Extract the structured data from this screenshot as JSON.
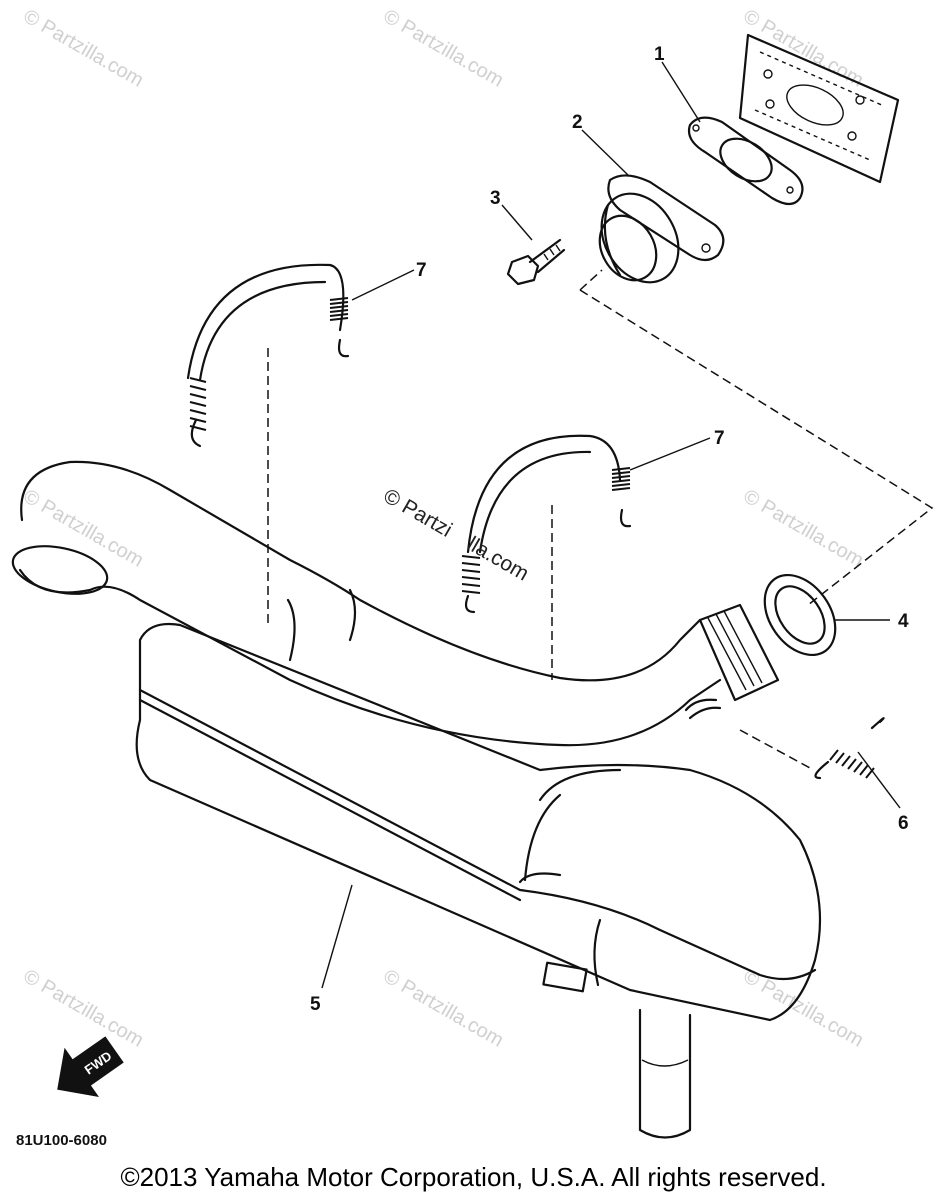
{
  "callouts": [
    "1",
    "2",
    "3",
    "7",
    "7",
    "4",
    "6",
    "5"
  ],
  "diagram_code": "81U100-6080",
  "fwd_label": "FWD",
  "watermark": "© Partzilla.com",
  "watermark_center_a": "© Partzi",
  "watermark_center_b": "lla.com",
  "copyright": "©2013 Yamaha Motor Corporation, U.S.A. All rights reserved."
}
